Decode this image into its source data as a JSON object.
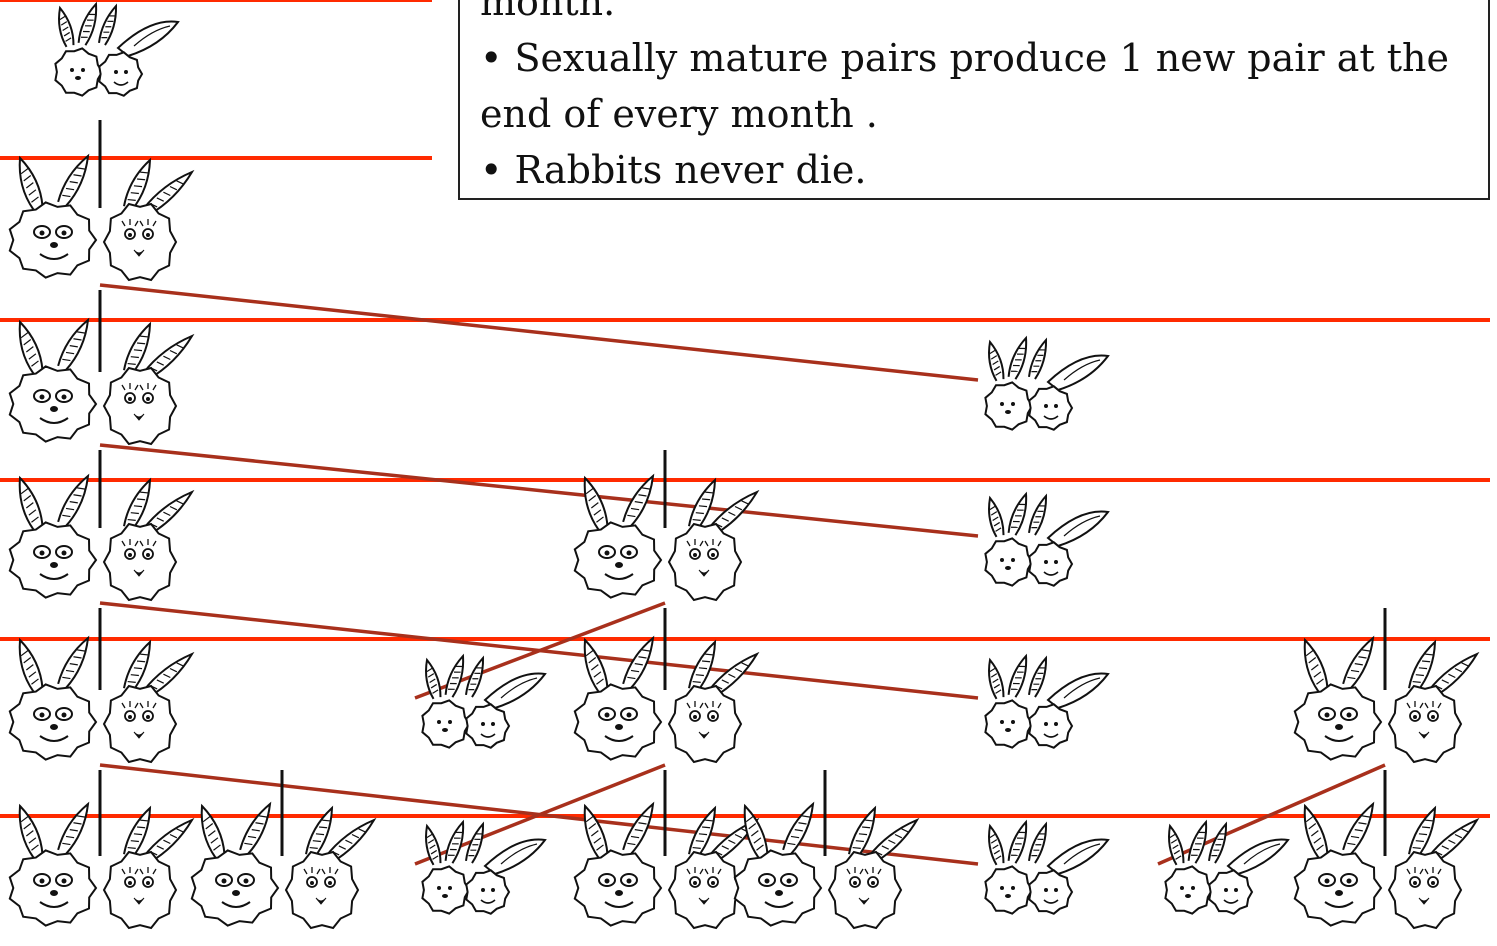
{
  "rules": {
    "partial_line": "month.",
    "line1a": "• Sexually mature pairs produce 1 new pair at the",
    "line1b": "end of every month .",
    "line2": "• Rabbits never die."
  },
  "generations": [
    {
      "pairs": [
        {
          "type": "young",
          "parent": null
        }
      ]
    },
    {
      "pairs": [
        {
          "type": "adult",
          "parent": 0
        }
      ]
    },
    {
      "pairs": [
        {
          "type": "adult",
          "parent": 0
        },
        {
          "type": "young",
          "parent": 0,
          "born": true
        }
      ]
    },
    {
      "pairs": [
        {
          "type": "adult",
          "parent": 0
        },
        {
          "type": "young",
          "parent": 0,
          "born": true
        },
        {
          "type": "adult",
          "parent": 1
        }
      ]
    },
    {
      "pairs": [
        {
          "type": "adult",
          "parent": 0
        },
        {
          "type": "young",
          "parent": 0,
          "born": true
        },
        {
          "type": "adult",
          "parent": 1
        },
        {
          "type": "adult",
          "parent": 2
        },
        {
          "type": "young",
          "parent": 2,
          "born": true
        }
      ]
    },
    {
      "pairs": [
        {
          "type": "adult",
          "parent": 0
        },
        {
          "type": "young",
          "parent": 0,
          "born": true
        },
        {
          "type": "adult",
          "parent": 1
        },
        {
          "type": "adult",
          "parent": 2
        },
        {
          "type": "young",
          "parent": 2,
          "born": true
        },
        {
          "type": "adult",
          "parent": 3
        },
        {
          "type": "young",
          "parent": 3,
          "born": true
        },
        {
          "type": "adult",
          "parent": 4
        }
      ]
    }
  ],
  "colors": {
    "month_line": "#ff2a00",
    "birth_line": "#a8301c",
    "stem": "#111111"
  }
}
